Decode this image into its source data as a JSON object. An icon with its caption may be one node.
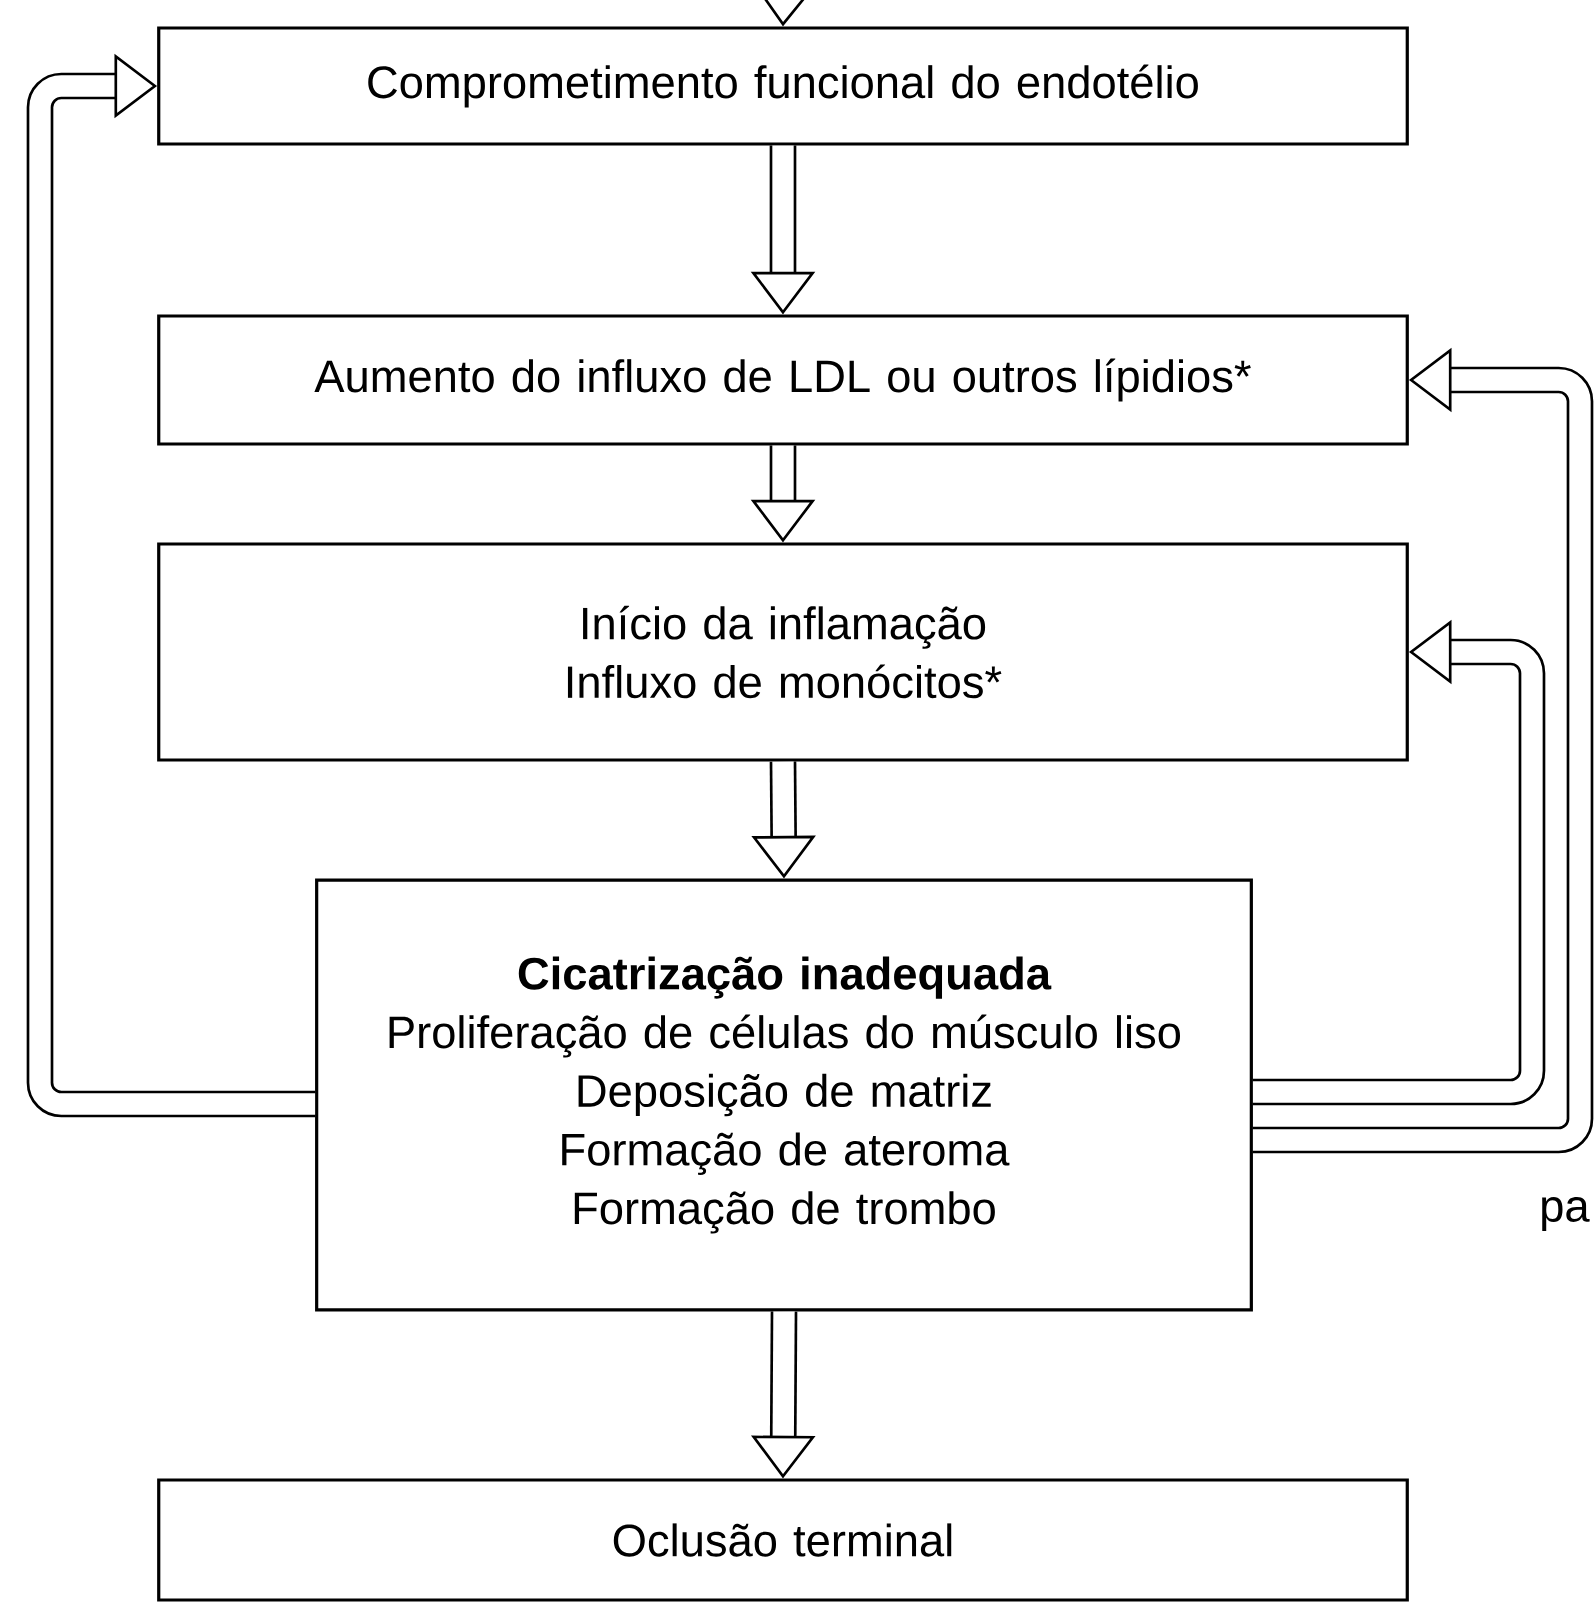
{
  "diagram": {
    "nodes": [
      {
        "text": [
          "Comprometimento funcional do endotélio"
        ]
      },
      {
        "text": [
          "Aumento do influxo de LDL ou outros lípidios*"
        ]
      },
      {
        "text": [
          "Início da inflamação",
          "Influxo de monócitos*"
        ]
      },
      {
        "text": [
          "Cicatrização inadequada",
          "Proliferação de células do músculo liso",
          "Deposição de matriz",
          "Formação de ateroma",
          "Formação de trombo"
        ]
      },
      {
        "text": [
          "Oclusão terminal"
        ]
      }
    ],
    "edges": [
      {
        "from": null,
        "to": 0,
        "arrow": "to"
      },
      {
        "from": 0,
        "to": 1,
        "arrow": "to"
      },
      {
        "from": 1,
        "to": 2,
        "arrow": "to"
      },
      {
        "from": 2,
        "to": 3,
        "arrow": "to"
      },
      {
        "from": 3,
        "to": 4,
        "arrow": "to"
      },
      {
        "from": 3,
        "to": 0,
        "arrow": "to"
      },
      {
        "from": 3,
        "to": 1,
        "arrow": "to"
      },
      {
        "from": 3,
        "to": 2,
        "arrow": "to"
      }
    ],
    "labels": [
      "pa"
    ]
  }
}
